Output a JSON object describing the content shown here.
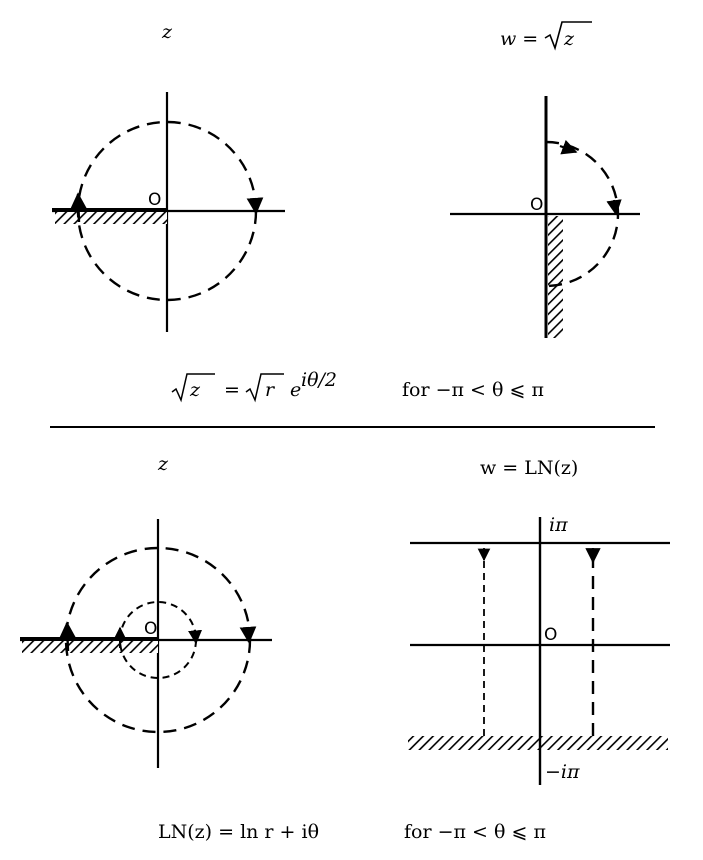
{
  "top": {
    "z_plane_label": "z",
    "w_plane_label": "w = √z",
    "z_origin": "O",
    "w_origin": "O",
    "formula": "√z = √r e^{iθ/2}",
    "formula_parts": {
      "lhs": "z",
      "eq": " = ",
      "r": "r",
      "exp_base": "e",
      "exp": "iθ/2"
    },
    "condition": "for −π < θ ⩽ π"
  },
  "bottom": {
    "z_plane_label": "z",
    "w_plane_label": "w = LN(z)",
    "z_origin": "O",
    "w_origin": "O",
    "upper_line_label": "iπ",
    "lower_line_label": "−iπ",
    "formula": "LN(z) = ln r + iθ",
    "condition": "for −π < θ ⩽ π"
  },
  "colors": {
    "ink": "#000000",
    "paper": "#ffffff"
  }
}
